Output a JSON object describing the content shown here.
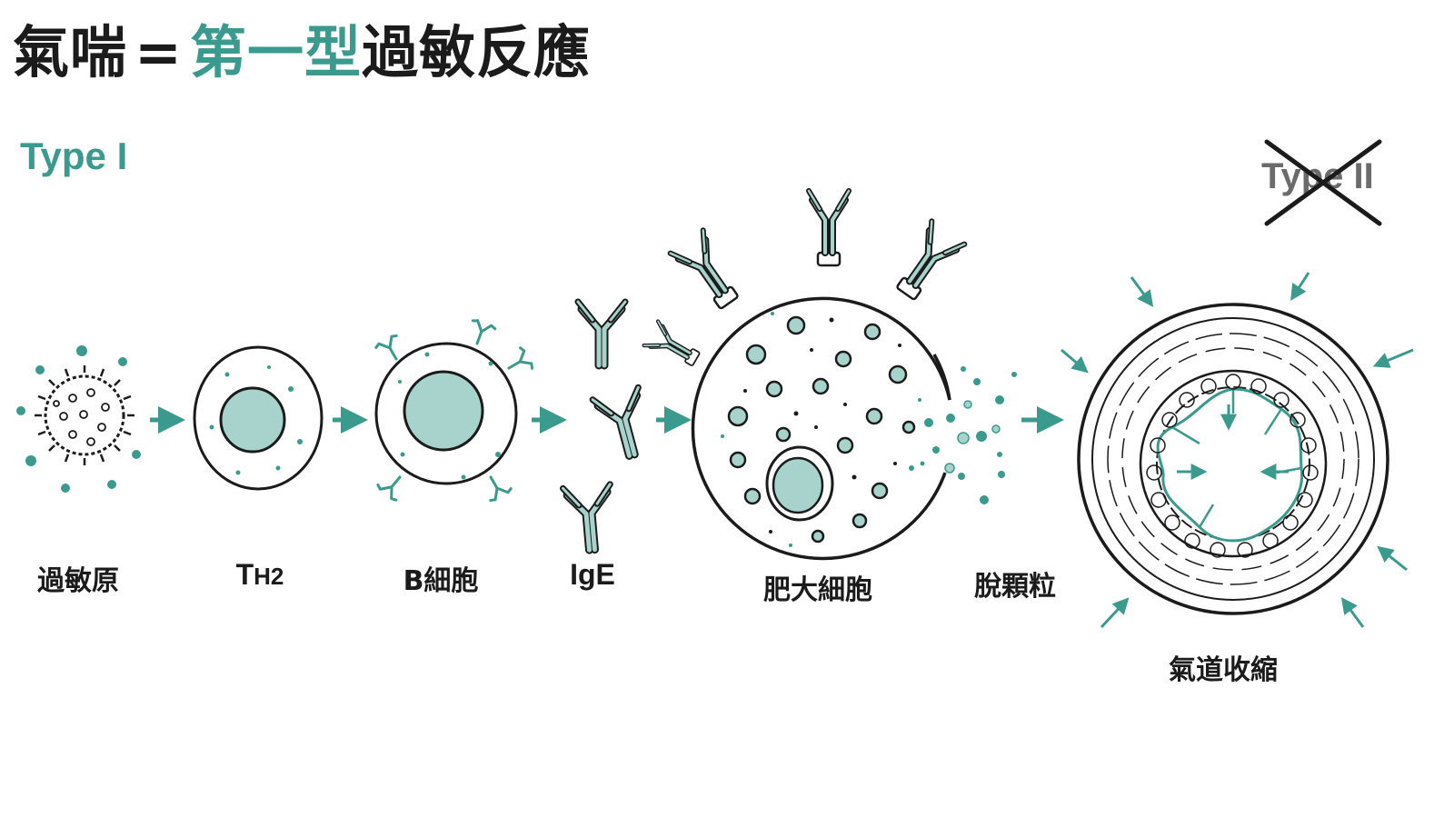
{
  "title": {
    "part1": "氣喘",
    "equals": "=",
    "accent": "第一型",
    "part2": "過敏反應"
  },
  "type_labels": {
    "type1": "Type I",
    "type2": "Type II"
  },
  "steps": [
    {
      "id": "allergen",
      "label": "過敏原"
    },
    {
      "id": "th2",
      "label_main": "T",
      "label_sub": "H2"
    },
    {
      "id": "b-cell",
      "label": "B細胞"
    },
    {
      "id": "ige",
      "label": "IgE"
    },
    {
      "id": "mast-cell",
      "label": "肥大細胞"
    },
    {
      "id": "degranulation",
      "label": "脫顆粒"
    },
    {
      "id": "airway",
      "label": "氣道收縮"
    }
  ],
  "colors": {
    "accent": "#3b9a8e",
    "fill": "#a8d3cc",
    "ink": "#1b1b1b"
  }
}
